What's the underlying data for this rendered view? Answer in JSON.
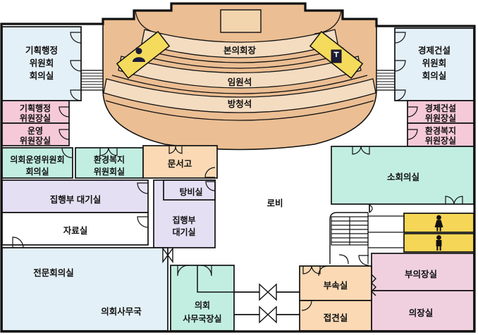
{
  "floorplan": {
    "type": "council-building-floor-plan",
    "hall": {
      "chamber": "본의회장",
      "officers_seats": "임원석",
      "audience_seats": "방청석"
    },
    "rooms": {
      "planning_committee": [
        "기획행정",
        "위원회",
        "회의실"
      ],
      "planning_chair": [
        "기획행정",
        "위원장실"
      ],
      "steering_chair": [
        "운영",
        "위원장실"
      ],
      "council_steering_committee": [
        "의회운영위원회",
        "회의실"
      ],
      "env_welfare_committee": [
        "환경복지",
        "위원회실"
      ],
      "archive": "문서고",
      "pantry": "탕비실",
      "executive_waiting_left": "집행부 대기실",
      "executive_waiting_right": [
        "집행부",
        "대기실"
      ],
      "reference_room": "자료실",
      "expert_conference": "전문회의실",
      "council_secretariat": "의회사무국",
      "secretariat_director": [
        "의회",
        "사무국장실"
      ],
      "lobby": "로비",
      "economy_committee": [
        "경제건설",
        "위원회",
        "회의실"
      ],
      "economy_chair": [
        "경제건설",
        "위원장실"
      ],
      "env_welfare_chair": [
        "환경복지",
        "위원장실"
      ],
      "small_conference": "소회의실",
      "annex_office": "부속실",
      "reception_room": "접견실",
      "vice_chairman_office": "부의장실",
      "chairman_office": "의장실"
    },
    "icons": {
      "left_platform": "speaker-figure-icon",
      "right_platform": "podium-icon",
      "restroom_female": "female-icon",
      "restroom_male": "male-icon",
      "stairs": "stairs-icon",
      "doors": "door-arc-icon"
    },
    "colors": {
      "wall": "#111111",
      "hall_floor": "#EBBE93",
      "seat_row": "#F4DCC1",
      "podium": "#F2D4AD",
      "committee_blue": "#E4F0F7",
      "chair_pink": "#F6C9D8",
      "office_pink": "#F0D0DF",
      "meeting_mint": "#C2EEE1",
      "waiting_purple": "#E5DFF4",
      "storage_peach": "#FBD9B4",
      "platform_yellow": "#F5DB5C",
      "restroom_yellow": "#F6D656"
    }
  }
}
